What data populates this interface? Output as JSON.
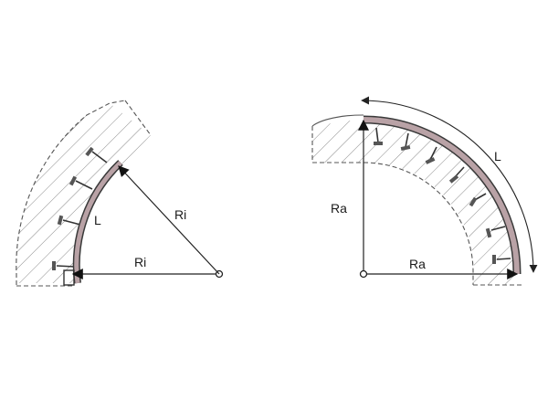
{
  "left_figure": {
    "radius_label_diagonal": "Ri",
    "radius_label_horizontal": "Ri",
    "arc_length_label": "L"
  },
  "right_figure": {
    "radius_label_vertical": "Ra",
    "radius_label_horizontal": "Ra",
    "arc_length_label": "L"
  },
  "colors": {
    "strip_fill": "#b9a2a6",
    "strip_edge": "#3a3a3a",
    "line": "#222222",
    "hatch": "#8a8a8a"
  }
}
